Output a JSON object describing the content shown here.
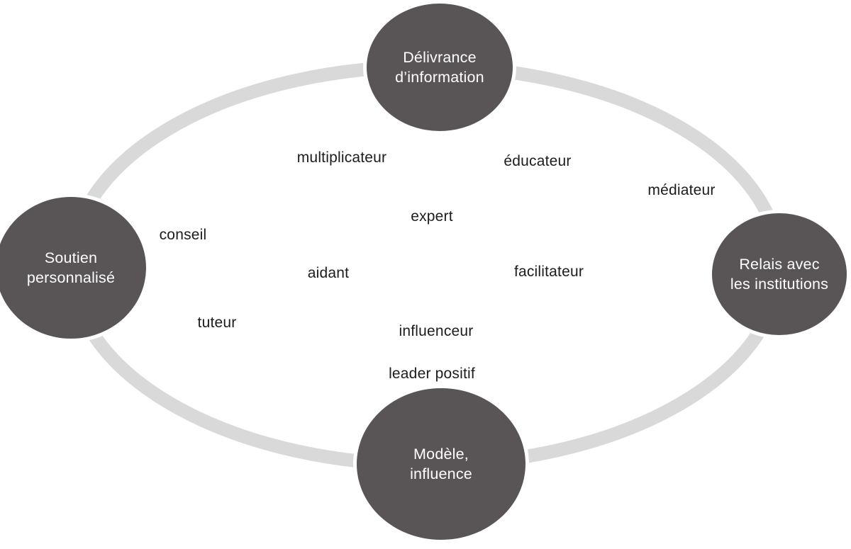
{
  "diagram": {
    "colors": {
      "node": "#595557",
      "node_text": "#ffffff",
      "ring": "#d9d9d9",
      "role_text": "#1e1b1c",
      "background": "#ffffff"
    },
    "nodes": [
      {
        "id": "top",
        "label": "Délivrance\nd’information"
      },
      {
        "id": "left",
        "label": "Soutien\npersonnalisé"
      },
      {
        "id": "right",
        "label": "Relais avec\nles institutions"
      },
      {
        "id": "bottom",
        "label": "Modèle,\ninfluence"
      }
    ],
    "roles": [
      "multiplicateur",
      "éducateur",
      "médiateur",
      "expert",
      "conseil",
      "aidant",
      "facilitateur",
      "tuteur",
      "influenceur",
      "leader positif"
    ]
  }
}
